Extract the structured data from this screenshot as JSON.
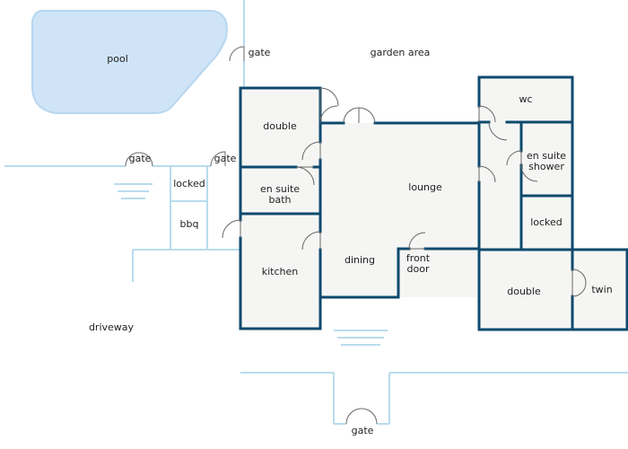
{
  "plan": {
    "colors": {
      "wall": "#0e4a6e",
      "fence": "#b8dcee",
      "room_fill": "#f5f6f4",
      "pool_fill": "#cfe4f7",
      "pool_stroke": "#b7d6ef",
      "door_stroke": "#666666"
    },
    "labels": {
      "pool": "pool",
      "gate_top": "gate",
      "garden_area": "garden area",
      "wc": "wc",
      "double_top": "double",
      "gate_left": "gate",
      "gate_mid": "gate",
      "locked_small": "locked",
      "en_suite_shower": "en suite\nshower",
      "en_suite_bath": "en suite\nbath",
      "lounge": "lounge",
      "bbq": "bbq",
      "locked_right": "locked",
      "kitchen": "kitchen",
      "dining": "dining",
      "front_door": "front\ndoor",
      "double_bottom": "double",
      "twin": "twin",
      "driveway": "driveway",
      "gate_bottom": "gate"
    }
  }
}
